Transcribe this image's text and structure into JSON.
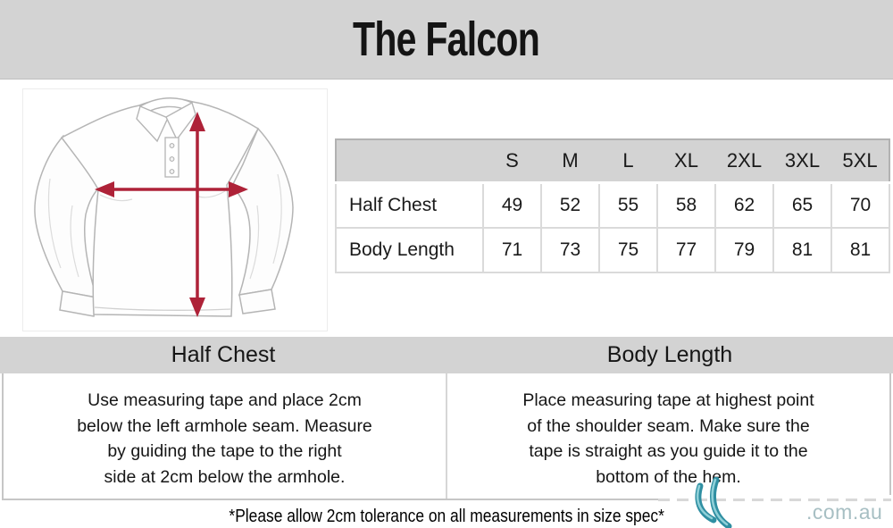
{
  "title": "The Falcon",
  "size_table": {
    "columns": [
      "S",
      "M",
      "L",
      "XL",
      "2XL",
      "3XL",
      "5XL"
    ],
    "rows": [
      {
        "label": "Half Chest",
        "values": [
          "49",
          "52",
          "55",
          "58",
          "62",
          "65",
          "70"
        ]
      },
      {
        "label": "Body Length",
        "values": [
          "71",
          "73",
          "75",
          "77",
          "79",
          "81",
          "81"
        ]
      }
    ]
  },
  "diagram": {
    "name": "long-sleeve-polo-measurement-diagram",
    "arrow_color": "#ae2238",
    "arrows": [
      "body-length-vertical",
      "half-chest-horizontal"
    ]
  },
  "instructions": [
    {
      "title": "Half Chest",
      "lines": [
        "Use measuring tape and place 2cm",
        "below the left armhole seam. Measure",
        "by guiding the tape to the right",
        "side at 2cm below the armhole."
      ]
    },
    {
      "title": "Body Length",
      "lines": [
        "Place measuring tape at highest point",
        "of the shoulder seam. Make sure the",
        "tape is straight as you guide it to the",
        "bottom of the hem."
      ]
    }
  ],
  "footer_note": "*Please allow 2cm tolerance on all measurements in size spec*",
  "watermark": {
    "logo": "u-swoosh-logo",
    "suffix": ".com.au",
    "logo_color": "#4aa2b2",
    "text_color": "#a7bfc3"
  },
  "colors": {
    "band_gray": "#d3d3d3",
    "text_dark": "#1a1a1a",
    "table_outer_border": "#b2b2b2",
    "cell_border": "#dadada",
    "arrow_red": "#ae2238"
  }
}
